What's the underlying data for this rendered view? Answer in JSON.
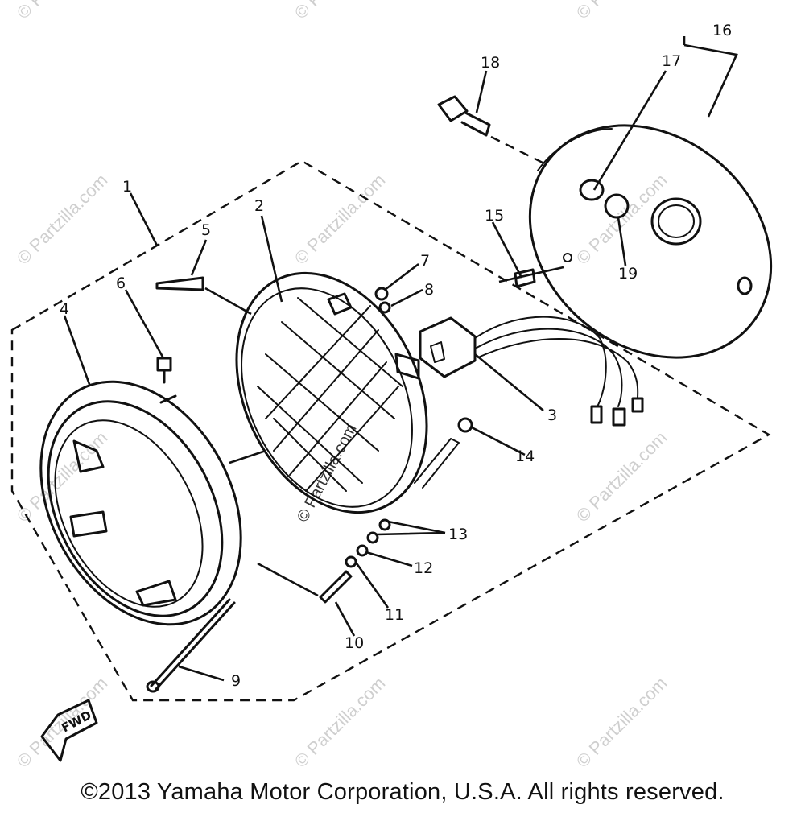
{
  "callouts": {
    "c1": "1",
    "c2": "2",
    "c3": "3",
    "c4": "4",
    "c5": "5",
    "c6": "6",
    "c7": "7",
    "c8": "8",
    "c9": "9",
    "c10": "10",
    "c11": "11",
    "c12": "12",
    "c13": "13",
    "c14": "14",
    "c15": "15",
    "c16": "16",
    "c17": "17",
    "c18": "18",
    "c19": "19"
  },
  "fwd_label": "FWD",
  "watermark": "© Partzilla.com",
  "copyright": "©2013 Yamaha Motor Corporation, U.S.A. All rights reserved.",
  "colors": {
    "ink": "#111111",
    "watermark": "#cfcfcf",
    "background": "#ffffff"
  }
}
